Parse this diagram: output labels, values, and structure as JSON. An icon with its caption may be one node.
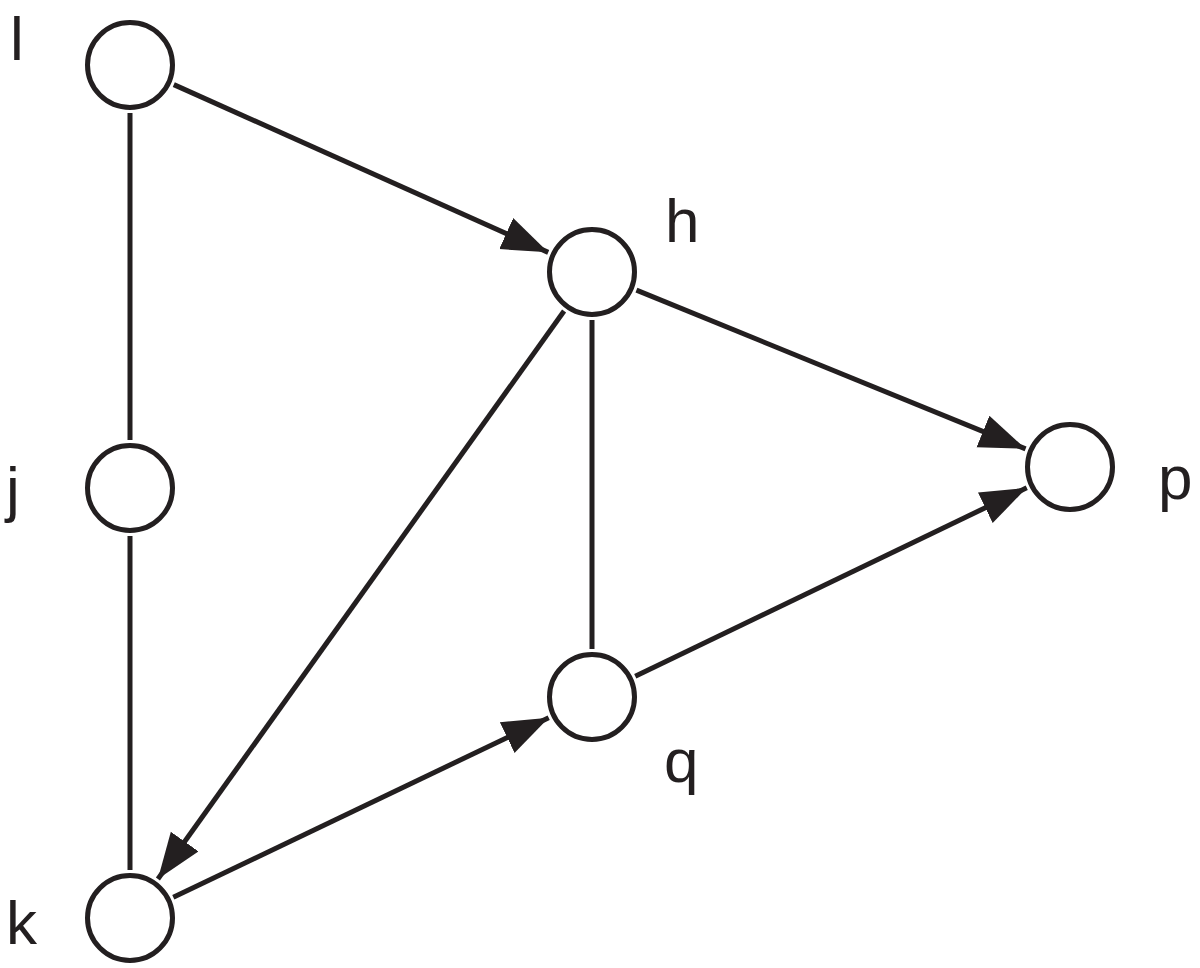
{
  "diagram": {
    "nodes": [
      {
        "text": [],
        "shape": "circle",
        "beside": [
          "l"
        ]
      },
      {
        "text": [],
        "shape": "circle",
        "beside": [
          "h"
        ]
      },
      {
        "text": [],
        "shape": "circle",
        "beside": [
          "j"
        ]
      },
      {
        "text": [],
        "shape": "circle",
        "beside": [
          "p"
        ]
      },
      {
        "text": [],
        "shape": "circle",
        "beside": [
          "q"
        ]
      },
      {
        "text": [],
        "shape": "circle",
        "beside": [
          "k"
        ]
      }
    ],
    "edges": [
      {
        "from": 0,
        "to": 2,
        "arrow": "none"
      },
      {
        "from": 2,
        "to": 5,
        "arrow": "none"
      },
      {
        "from": 0,
        "to": 1,
        "arrow": "to"
      },
      {
        "from": 1,
        "to": 5,
        "arrow": "to"
      },
      {
        "from": 5,
        "to": 4,
        "arrow": "to"
      },
      {
        "from": 1,
        "to": 4,
        "arrow": "none"
      },
      {
        "from": 1,
        "to": 3,
        "arrow": "to"
      },
      {
        "from": 4,
        "to": 3,
        "arrow": "to"
      }
    ]
  }
}
